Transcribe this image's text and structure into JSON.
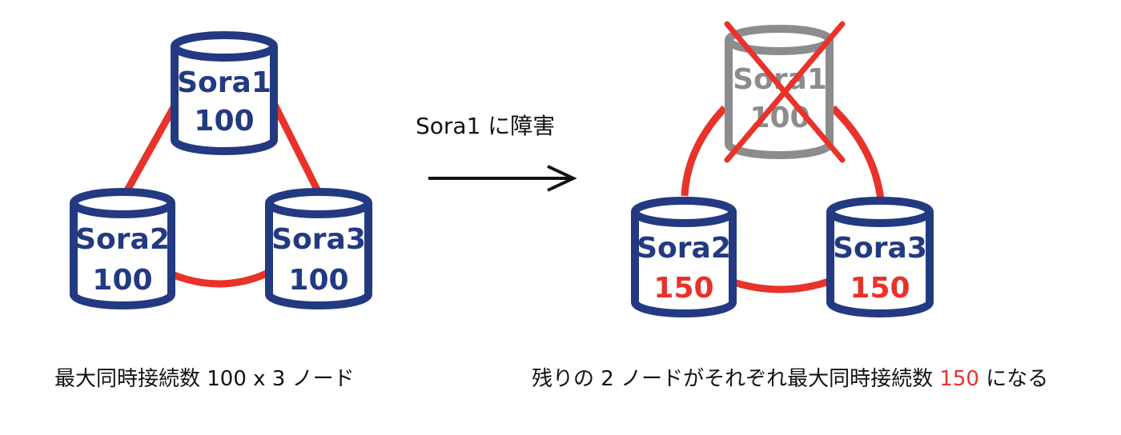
{
  "colors": {
    "node_stroke": "#233a82",
    "ring": "#e8322a",
    "failed_node": "#8c8c8c",
    "cross": "#e8322a",
    "highlight_value": "#e8322a",
    "text": "#111111"
  },
  "left": {
    "nodes": [
      {
        "name": "Sora1",
        "value": "100"
      },
      {
        "name": "Sora2",
        "value": "100"
      },
      {
        "name": "Sora3",
        "value": "100"
      }
    ],
    "caption": "最大同時接続数 100 x 3 ノード"
  },
  "transition": {
    "label": "Sora1 に障害",
    "arrow_icon": "right-arrow-icon"
  },
  "right": {
    "nodes": [
      {
        "name": "Sora1",
        "value": "100",
        "status": "failed"
      },
      {
        "name": "Sora2",
        "value": "150",
        "status": "active"
      },
      {
        "name": "Sora3",
        "value": "150",
        "status": "active"
      }
    ],
    "failure_icon": "cross-icon",
    "caption_prefix": "残りの 2 ノードがそれぞれ最大同時接続数 ",
    "caption_value": "150",
    "caption_suffix": " になる"
  }
}
